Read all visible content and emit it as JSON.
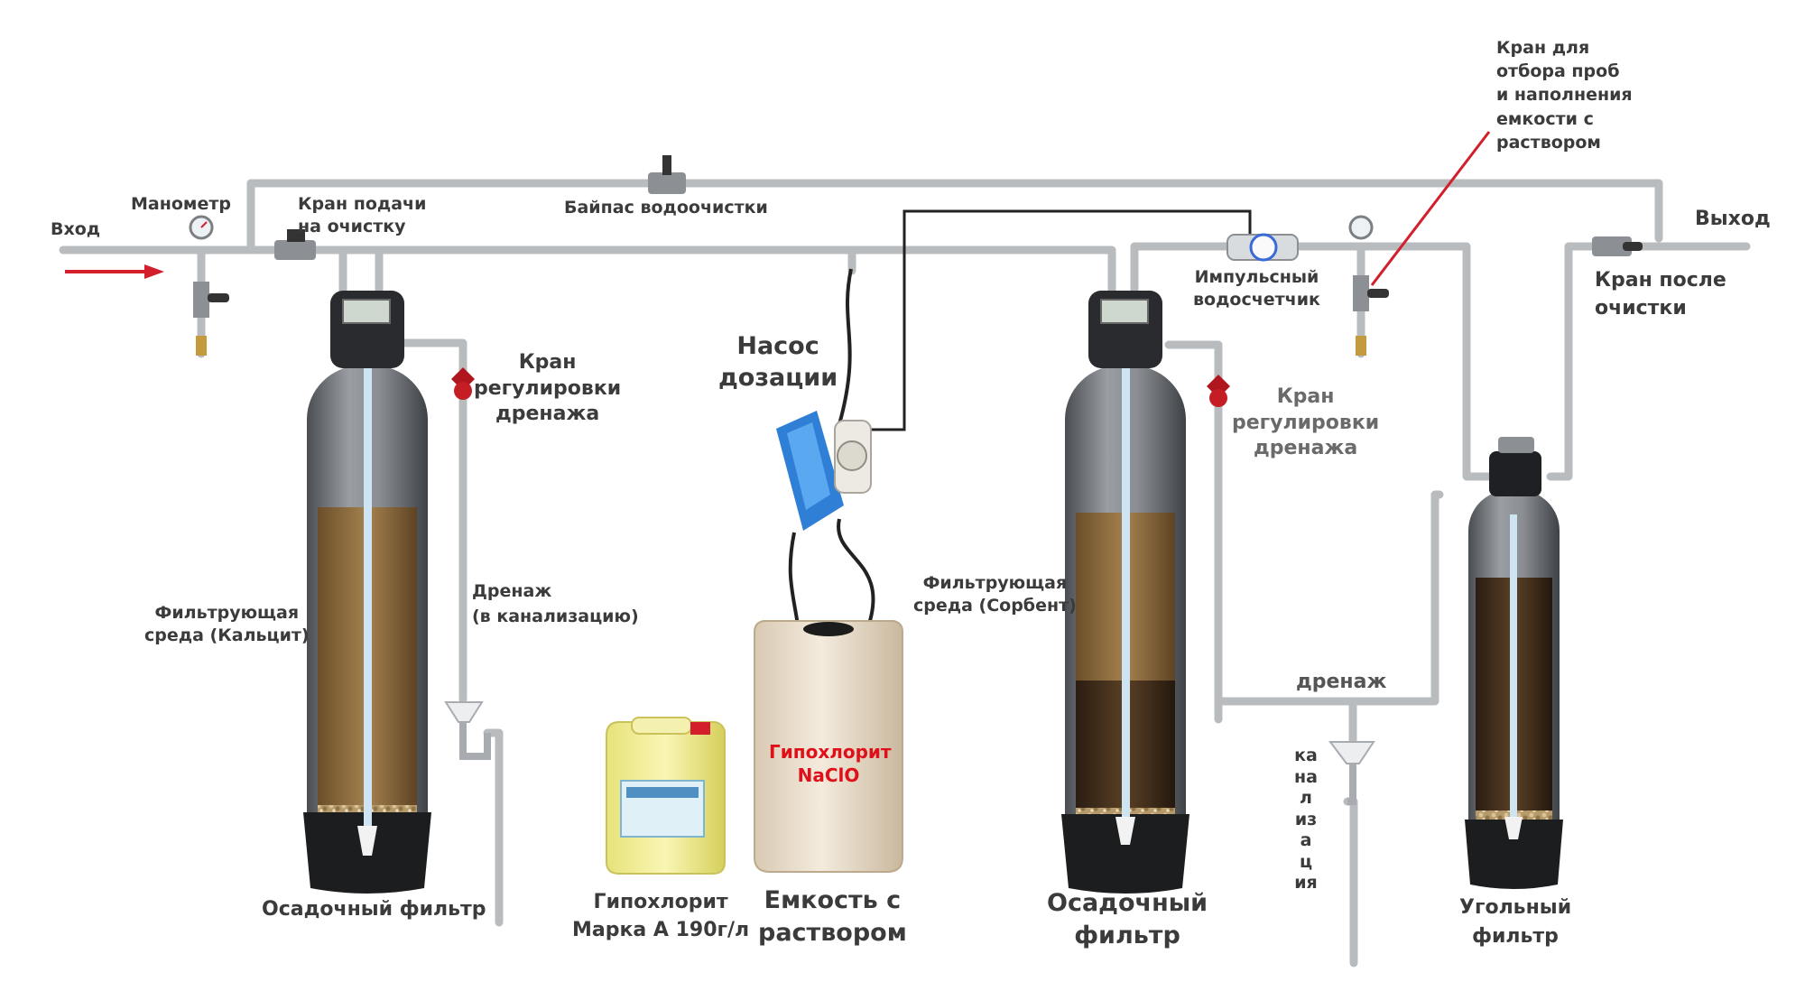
{
  "labels": {
    "inlet": "Вход",
    "outlet": "Выход",
    "manometer": "Манометр",
    "supply_valve": "Кран подачи\nна очистку",
    "bypass": "Байпас водоочистки",
    "sample_valve": "Кран для\nотбора проб\nи наполнения\nемкости с\nраствором",
    "drain_valve_left": "Кран\nрегулировки\nдренажа",
    "drain_valve_right": "Кран\nрегулировки\nдренажа",
    "pulse_meter": "Импульсный\nводосчетчик",
    "post_valve": "Кран после\nочистки",
    "dosing_pump": "Насос\nдозации",
    "media_left": "Фильтрующая\nсреда (Кальцит)",
    "media_right": "Фильтрующая\nсреда (Сорбент)",
    "drain_left": "Дренаж\n(в канализацию)",
    "drain_right": "дренаж",
    "sewer": "канализация",
    "tank_text": "Гипохлорит\nNaClO",
    "canister": "Гипохлорит\nМарка А 190г/л",
    "tank": "Емкость с\nраствором",
    "filter_left": "Осадочный фильтр",
    "filter_mid": "Осадочный\nфильтр",
    "filter_right": "Угольный\nфильтр"
  },
  "colors": {
    "pipe": "#b9bcbf",
    "arrow": "#d21f2b",
    "media": "#8c6a3c",
    "pump": "#2f7fd6",
    "tank_label": "#e0101a"
  }
}
